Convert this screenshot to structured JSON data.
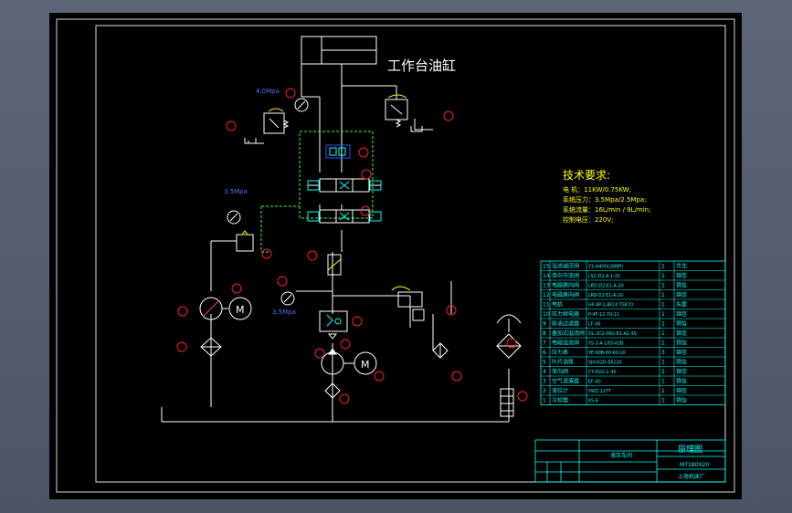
{
  "title": "工作台油缸",
  "tech": {
    "heading": "技术要求:",
    "lines": [
      "电   机：11KW/0.75KW;",
      "系统压力：3.5Mpa/2.5Mpa;",
      "系统流量：16L/min / 9L/min;",
      "控制电压：220V;"
    ]
  },
  "pressure_labels": [
    "4.0Mpa",
    "3.5Mpa",
    "3.5Mpa"
  ],
  "parts": [
    {
      "no": "15",
      "name": "溢流减压阀",
      "code": "Y1-H40D(20MP)",
      "qty": "1",
      "note": "华北"
    },
    {
      "no": "14",
      "name": "单向节流阀",
      "code": "LSC-D2-A-1-20",
      "qty": "1",
      "note": "锦信"
    },
    {
      "no": "13",
      "name": "电磁换向阀",
      "code": "LRD-D2-E1-A-20",
      "qty": "1",
      "note": "锦信"
    },
    {
      "no": "12",
      "name": "电磁换向阀",
      "code": "LR8-D2-E1-A-20",
      "qty": "1",
      "note": "锦信"
    },
    {
      "no": "11",
      "name": "电机",
      "code": "HF-4P-3-8F10 T5K70",
      "qty": "1",
      "note": "东菱"
    },
    {
      "no": "10",
      "name": "压力继电器",
      "code": "P-4F-12-70-11",
      "qty": "1",
      "note": "锦信"
    },
    {
      "no": "9",
      "name": "吸油过滤器",
      "code": "LF-06",
      "qty": "1",
      "note": "锦信"
    },
    {
      "no": "8",
      "name": "叠加式溢流阀",
      "code": "DL-3C2-06G-E1-A2-30",
      "qty": "1",
      "note": "锦信"
    },
    {
      "no": "7",
      "name": "电磁溢流阀",
      "code": "YS-3-A-10D-A2B",
      "qty": "1",
      "note": "锦信"
    },
    {
      "no": "6",
      "name": "压力表",
      "code": "YE-60B-60-60-10",
      "qty": "3",
      "note": "锦信"
    },
    {
      "no": "5",
      "name": "叶片油泵",
      "code": "SHI-62D-E6220",
      "qty": "1",
      "note": "锦信"
    },
    {
      "no": "4",
      "name": "单向阀",
      "code": "CY-D2G-1-30",
      "qty": "2",
      "note": "锦信"
    },
    {
      "no": "3",
      "name": "空气滤清器",
      "code": "EF-40",
      "qty": "1",
      "note": "锦信"
    },
    {
      "no": "2",
      "name": "液位计",
      "code": "YWZ-127T",
      "qty": "1",
      "note": "锦信"
    },
    {
      "no": "1",
      "name": "冷却器",
      "code": "KS-6",
      "qty": "1",
      "note": "锦信"
    }
  ],
  "titleblock": {
    "drawing_name": "原理图",
    "drawing_no": "M7180X20",
    "department": "液压车间",
    "company": "上海机床厂"
  },
  "colors": {
    "frame": "#e8e8e8",
    "line": "#ffffff",
    "accent": "#ffff00",
    "valve": "#00ffff",
    "marker": "#ff2020",
    "dashed": "#3cff3c",
    "label": "#5b6bff"
  }
}
